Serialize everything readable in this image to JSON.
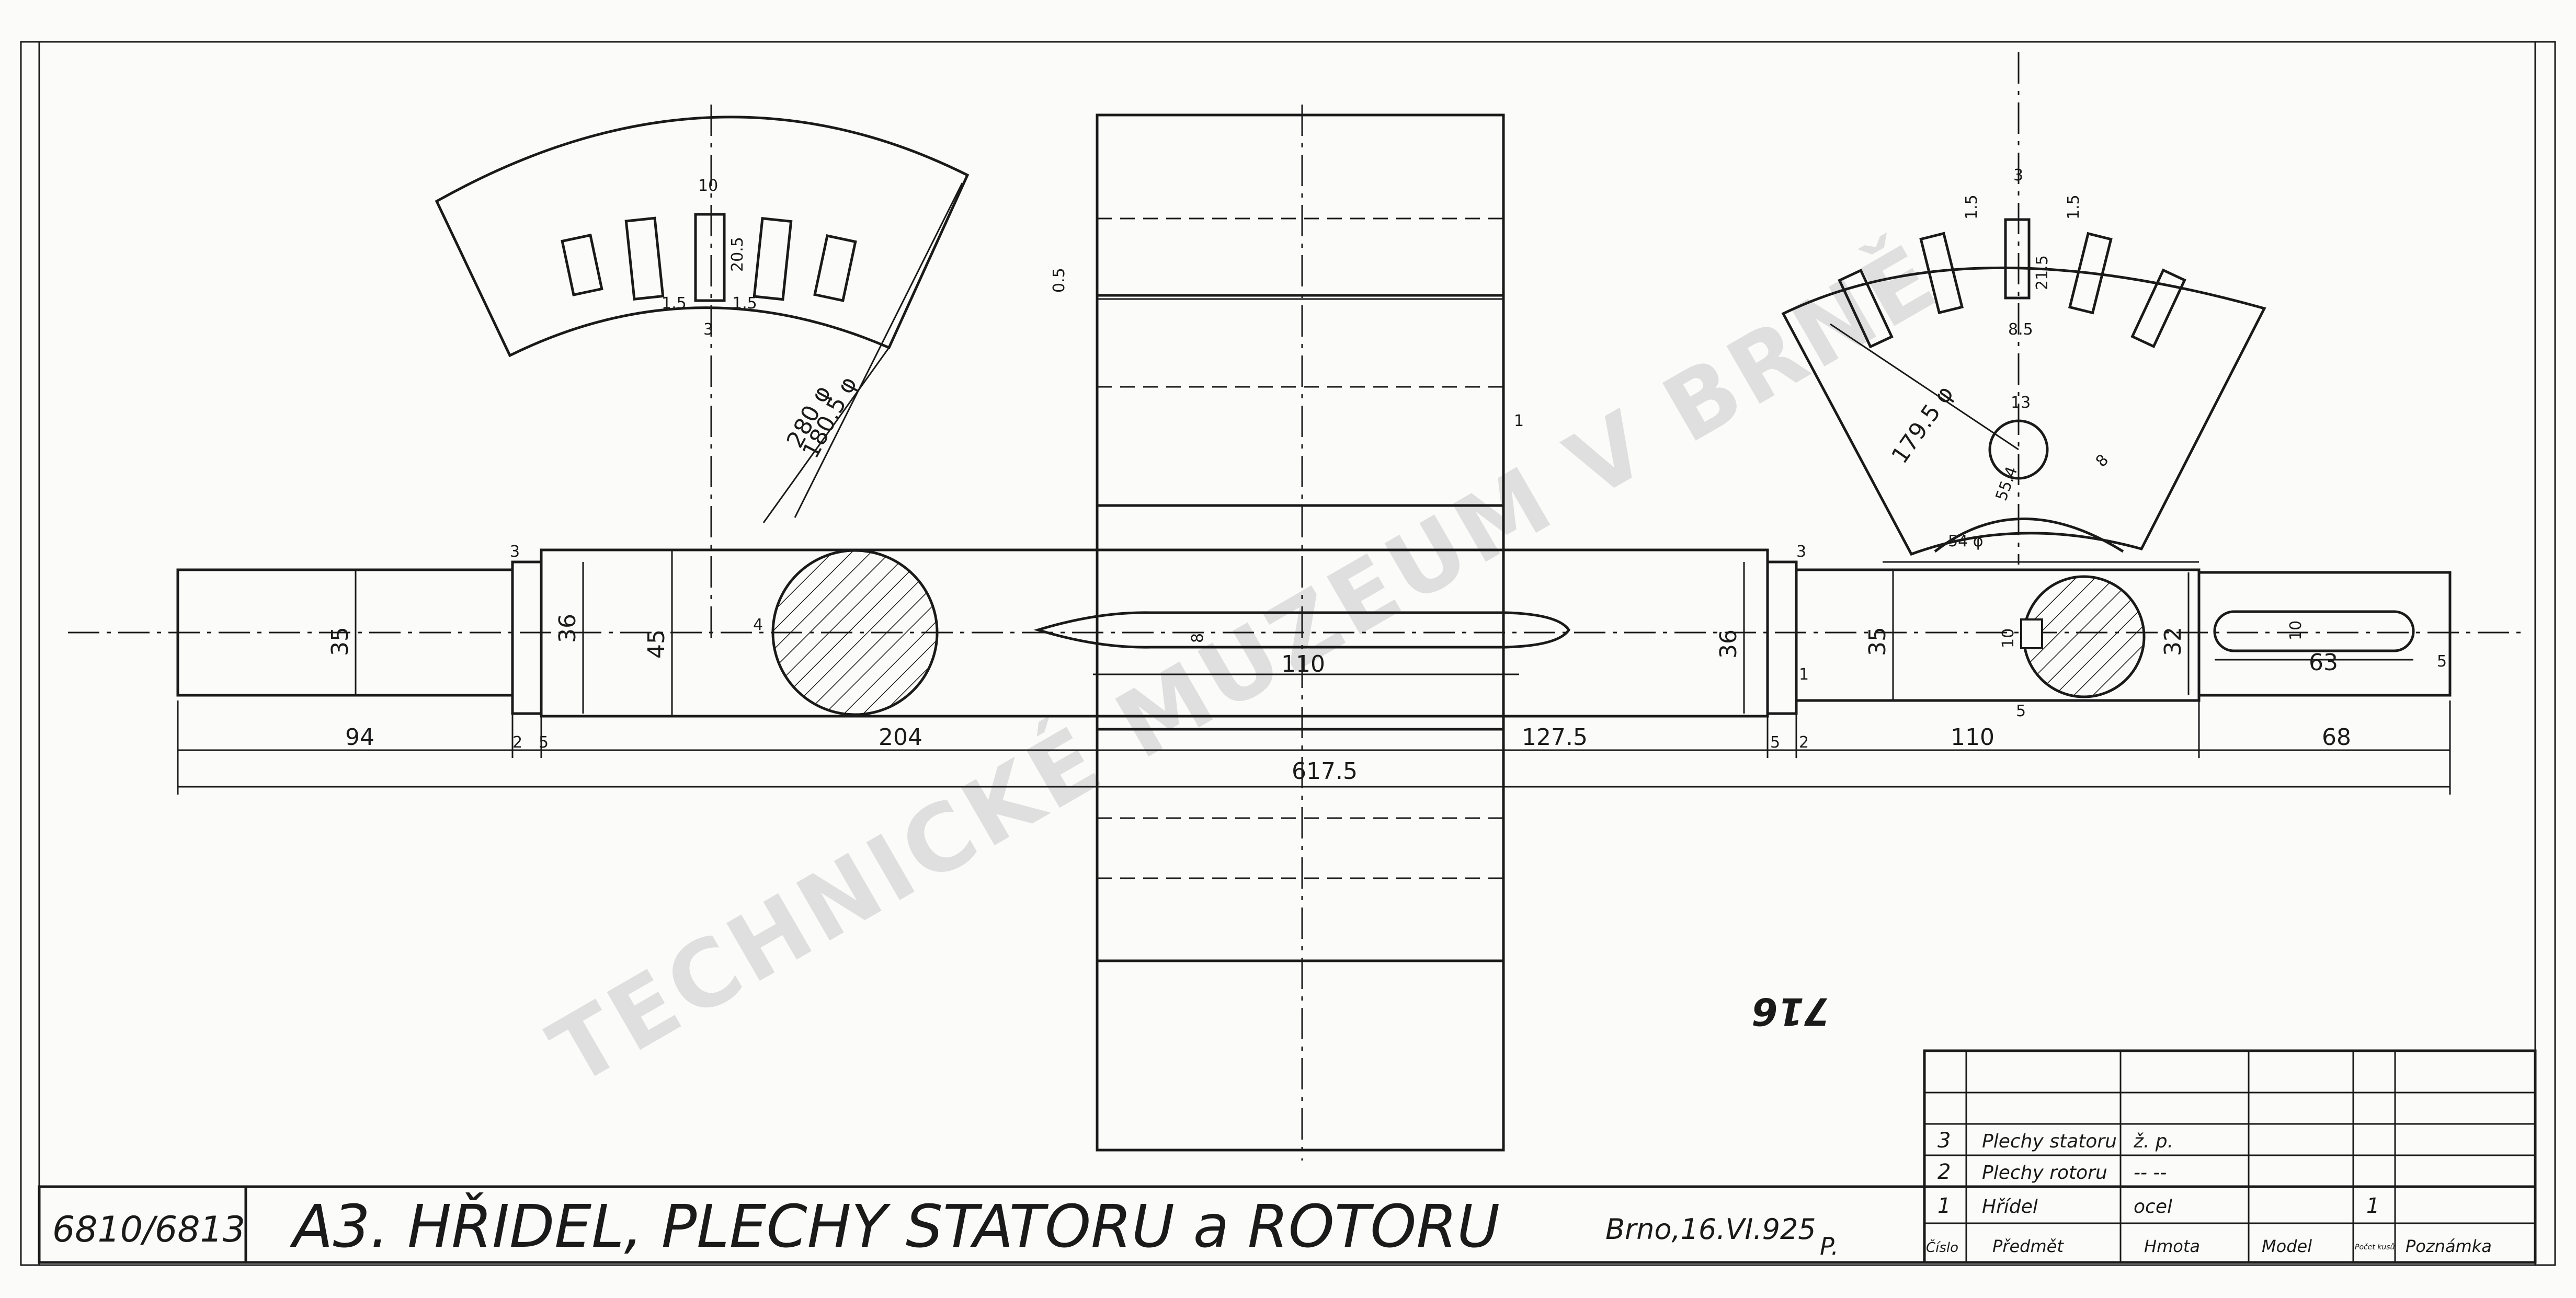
{
  "drawing": {
    "number": "6810/6813",
    "title": "A3. HŘIDEL,  PLECHY STATORU a ROTORU",
    "place_date": "Brno,16.VI.925",
    "signature": "P.",
    "handwritten_note": "716",
    "watermark": "TECHNICKÉ MUZEUM V BRNĚ"
  },
  "parts_list": {
    "headers": [
      "Číslo",
      "Předmět",
      "Hmota",
      "Model",
      "Počet kusů",
      "Poznámka"
    ],
    "rows": [
      {
        "no": "3",
        "item": "Plechy statoru",
        "material": "ž. p.",
        "model": "",
        "count": "",
        "note": ""
      },
      {
        "no": "2",
        "item": "Plechy rotoru",
        "material": "-- --",
        "model": "",
        "count": "",
        "note": ""
      },
      {
        "no": "1",
        "item": "Hřídel",
        "material": "ocel",
        "model": "",
        "count": "1",
        "note": ""
      }
    ]
  },
  "shaft_dimensions": {
    "diam_left_end": "35",
    "diam_groove": "36",
    "diam_middle": "45",
    "diam_right_groove": "36",
    "diam_right": "35",
    "diam_right_end": "32",
    "len_left": "94",
    "len_middle": "204",
    "len_right_mid": "127.5",
    "len_right": "110",
    "len_end": "68",
    "len_total": "617.5",
    "keyway_len": "110",
    "keyway_w": "8",
    "end_key_len": "63",
    "end_key_w": "10",
    "small_dims": [
      "3",
      "2",
      "5",
      "5",
      "2",
      "3",
      "1",
      "4",
      "5",
      "10",
      "5"
    ]
  },
  "stator_segment": {
    "slot_w": "10",
    "slot_depth": "20.5",
    "tooth": "1.5",
    "tooth2": "1.5",
    "opening": "3",
    "outer_diam": "280 φ",
    "inner_diam": "180.5 φ"
  },
  "rotor_segment": {
    "slot_w": "3",
    "slot_a": "1.5",
    "slot_b": "1.5",
    "slot_depth": "21.5",
    "slot_w2": "8.5",
    "diam": "179.5 φ",
    "bore": "54 φ",
    "key_w": "13",
    "key_depth": "8",
    "key_r": "55.4"
  },
  "laminations": {
    "label": "1",
    "gap": "0.5"
  }
}
